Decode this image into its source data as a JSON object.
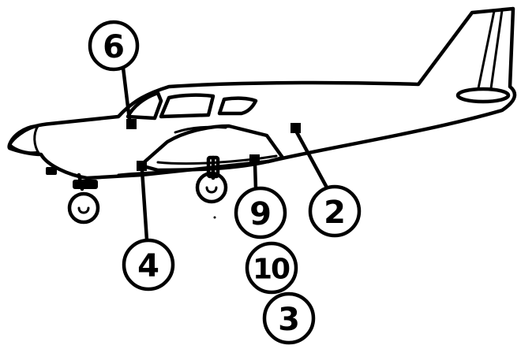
{
  "callouts": [
    {
      "id": "c6",
      "label": "6"
    },
    {
      "id": "c2",
      "label": "2"
    },
    {
      "id": "c9",
      "label": "9"
    },
    {
      "id": "c4",
      "label": "4"
    },
    {
      "id": "c10",
      "label": "10"
    },
    {
      "id": "c3",
      "label": "3"
    }
  ]
}
